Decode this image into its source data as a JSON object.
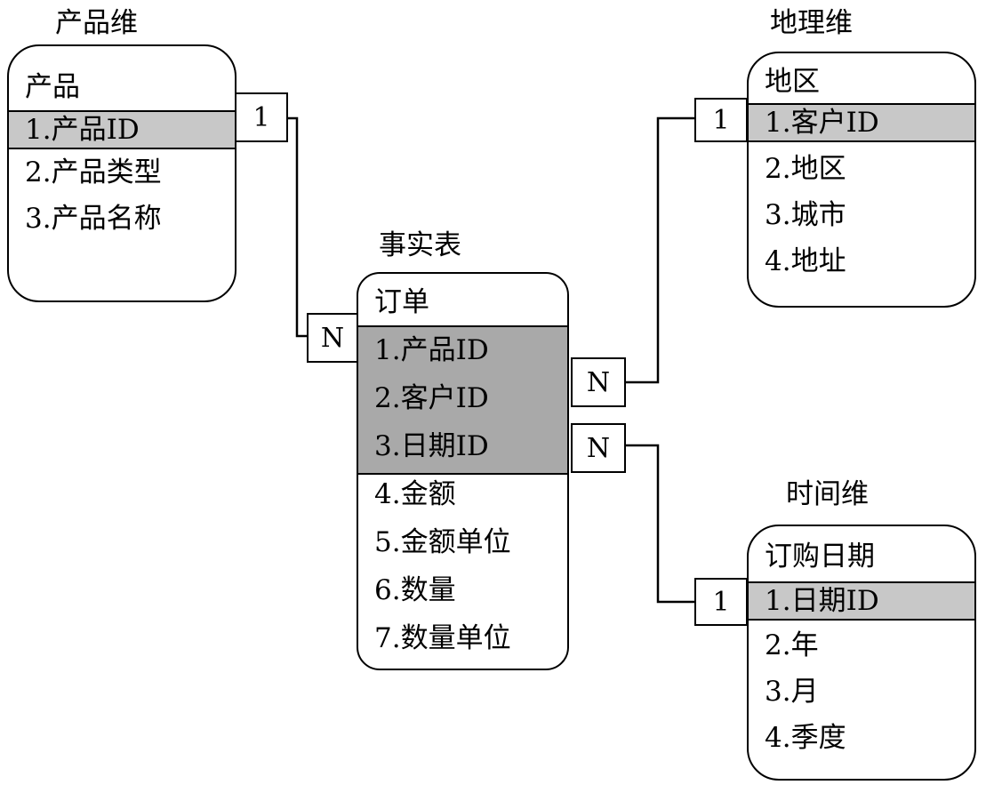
{
  "product_dim": {
    "title": "产品维",
    "table_name": "产品",
    "key_field": "1.产品ID",
    "fields": [
      "2.产品类型",
      "3.产品名称"
    ],
    "cardinality": "1"
  },
  "fact": {
    "title": "事实表",
    "table_name": "订单",
    "key_fields": [
      "1.产品ID",
      "2.客户ID",
      "3.日期ID"
    ],
    "fields": [
      "4.金额",
      "5.金额单位",
      "6.数量",
      "7.数量单位"
    ],
    "cardinality_product": "N",
    "cardinality_region": "N",
    "cardinality_time": "N"
  },
  "region_dim": {
    "title": "地理维",
    "table_name": "地区",
    "key_field": "1.客户ID",
    "fields": [
      "2.地区",
      "3.城市",
      "4.地址"
    ],
    "cardinality": "1"
  },
  "time_dim": {
    "title": "时间维",
    "table_name": "订购日期",
    "key_field": "1.日期ID",
    "fields": [
      "2.年",
      "3.月",
      "4.季度"
    ],
    "cardinality": "1"
  }
}
